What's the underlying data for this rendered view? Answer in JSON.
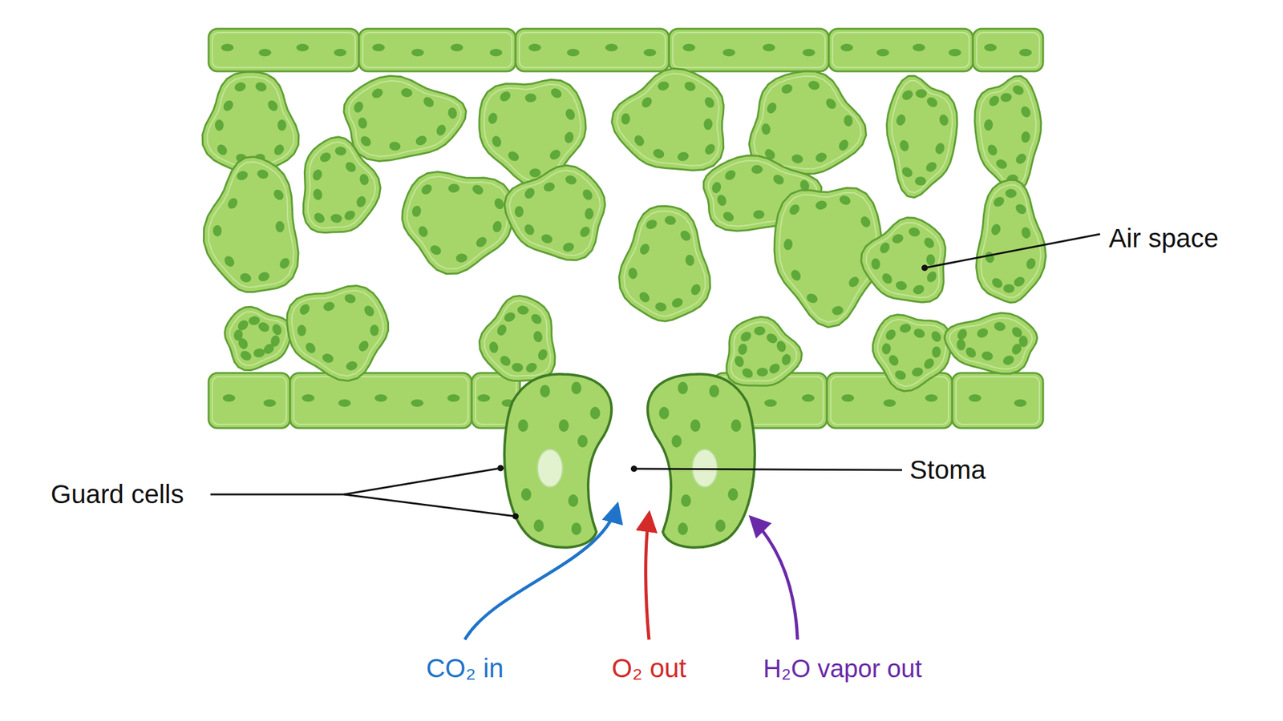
{
  "diagram": {
    "labels": [
      "Air space",
      "Guard cells",
      "Stoma",
      "CO₂ in",
      "O₂ out",
      "H₂O vapor out"
    ]
  }
}
